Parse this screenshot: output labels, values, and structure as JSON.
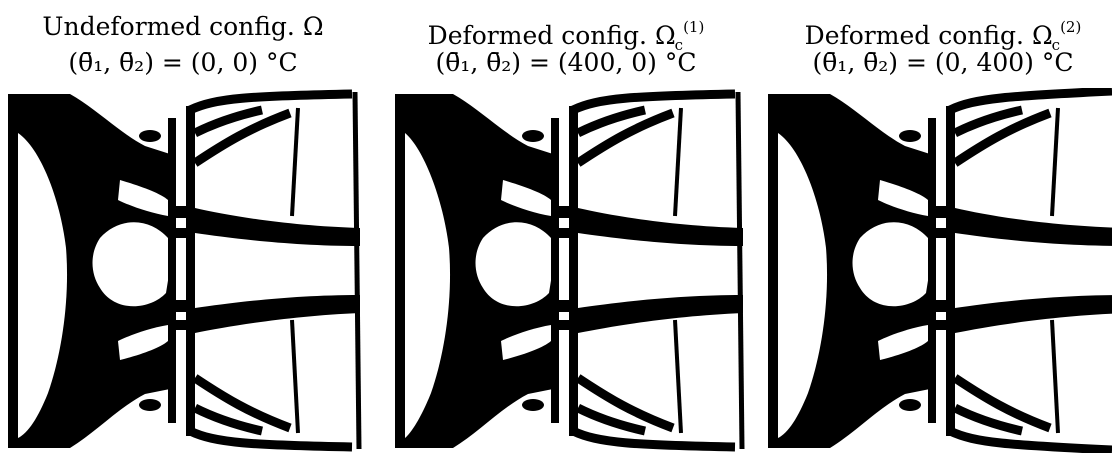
{
  "panels": [
    {
      "title_prefix": "Undeformed config. ",
      "title_symbol": "Ω",
      "title_sub": "",
      "title_sup": "",
      "subtitle": "(θ̄₁, θ̄₂) = (0, 0) °C"
    },
    {
      "title_prefix": "Deformed config. ",
      "title_symbol": "Ω",
      "title_sub": "c",
      "title_sup": "(1)",
      "subtitle": "(θ̄₁, θ̄₂) = (400, 0) °C"
    },
    {
      "title_prefix": "Deformed config. ",
      "title_symbol": "Ω",
      "title_sub": "c",
      "title_sup": "(2)",
      "subtitle": "(θ̄₁, θ̄₂) = (0, 400) °C"
    }
  ],
  "colors": {
    "material": "#000000",
    "void": "#ffffff"
  }
}
